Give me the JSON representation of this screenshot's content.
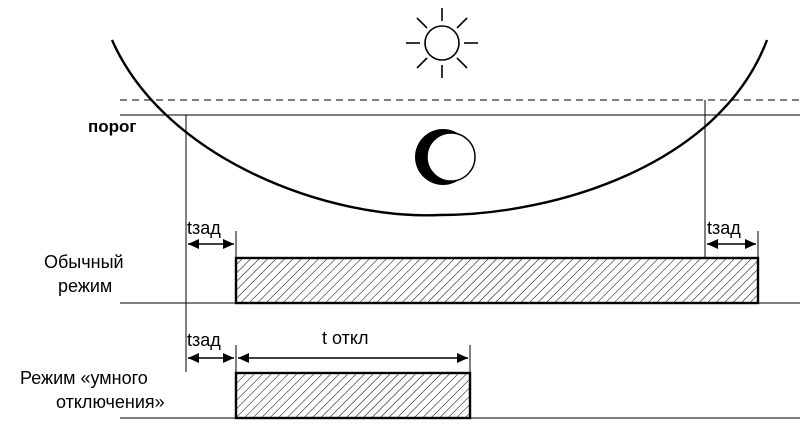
{
  "labels": {
    "threshold": "порог",
    "tdelay_top": "tзад",
    "tdelay_right": "tзад",
    "tdelay_bottom": "tзад",
    "toff": "t откл",
    "normal_mode_line1": "Обычный",
    "normal_mode_line2": "режим",
    "smart_mode_line1": "Режим «умного",
    "smart_mode_line2": "отключения»"
  },
  "icons": {
    "sun": "sun-icon",
    "moon": "moon-icon"
  },
  "colors": {
    "ink": "#000000",
    "background": "#ffffff"
  }
}
